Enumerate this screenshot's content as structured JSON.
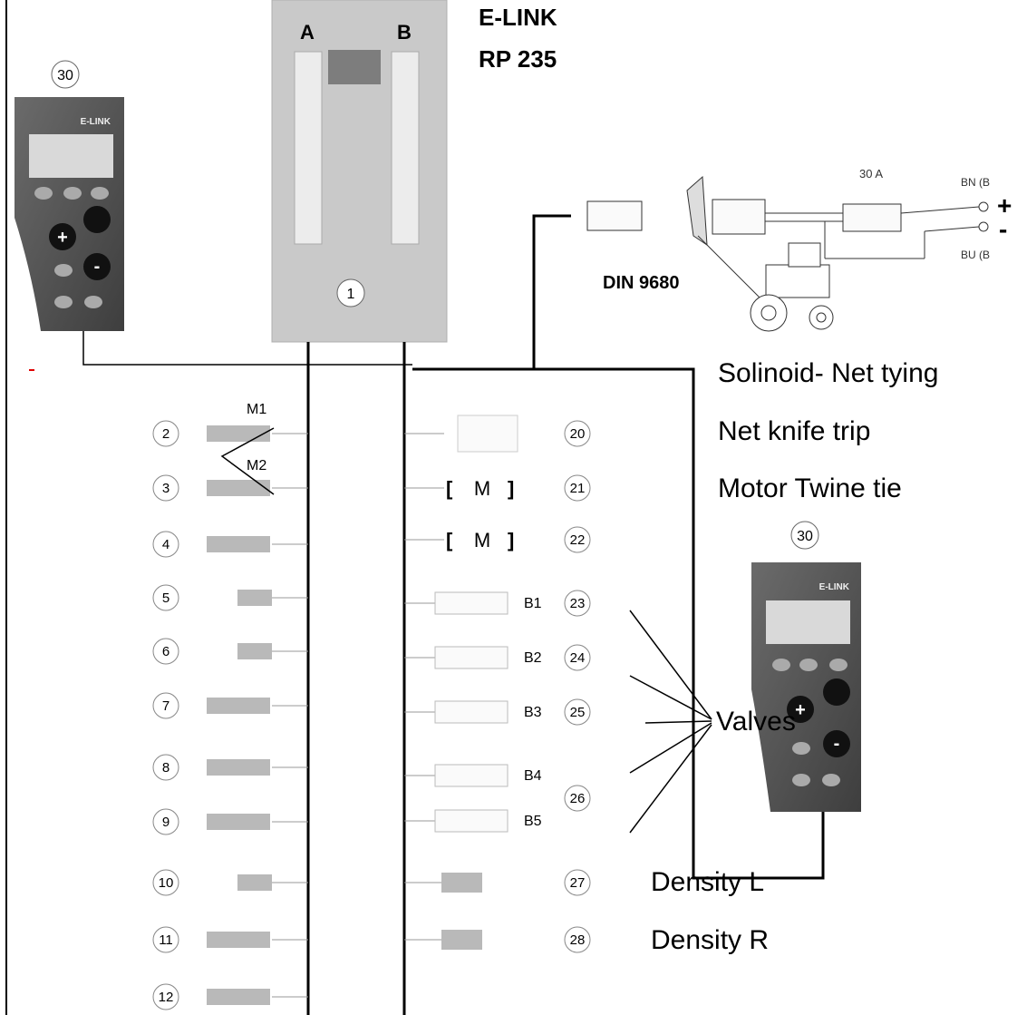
{
  "header": {
    "title_line1": "E-LINK",
    "title_line2": "RP 235"
  },
  "module": {
    "label_a": "A",
    "label_b": "B",
    "number": "1"
  },
  "controller": {
    "brand": "E-LINK",
    "number": "30"
  },
  "power": {
    "fuse": "30 A",
    "bn": "BN (B",
    "bu": "BU (B",
    "plus": "+",
    "minus": "-",
    "connector": "DIN 9680"
  },
  "left_components": [
    {
      "num": "2",
      "label": "M1"
    },
    {
      "num": "3",
      "label": "M2"
    },
    {
      "num": "4",
      "label": ""
    },
    {
      "num": "5",
      "label": ""
    },
    {
      "num": "6",
      "label": ""
    },
    {
      "num": "7",
      "label": ""
    },
    {
      "num": "8",
      "label": ""
    },
    {
      "num": "9",
      "label": ""
    },
    {
      "num": "10",
      "label": ""
    },
    {
      "num": "11",
      "label": ""
    },
    {
      "num": "12",
      "label": ""
    }
  ],
  "right_components": [
    {
      "num": "20",
      "label": ""
    },
    {
      "num": "21",
      "label": "M"
    },
    {
      "num": "22",
      "label": "M"
    },
    {
      "num": "23",
      "label": "B1"
    },
    {
      "num": "24",
      "label": "B2"
    },
    {
      "num": "25",
      "label": "B3"
    },
    {
      "num": "26",
      "label": "B4"
    },
    {
      "num": "",
      "label": "B5"
    },
    {
      "num": "27",
      "label": ""
    },
    {
      "num": "28",
      "label": ""
    }
  ],
  "annotations": {
    "solenoid": "Solinoid- Net tying",
    "knife": "Net knife trip",
    "motor": "Motor Twine tie",
    "valves": "Valves",
    "density_l": "Density L",
    "density_r": "Density R"
  }
}
